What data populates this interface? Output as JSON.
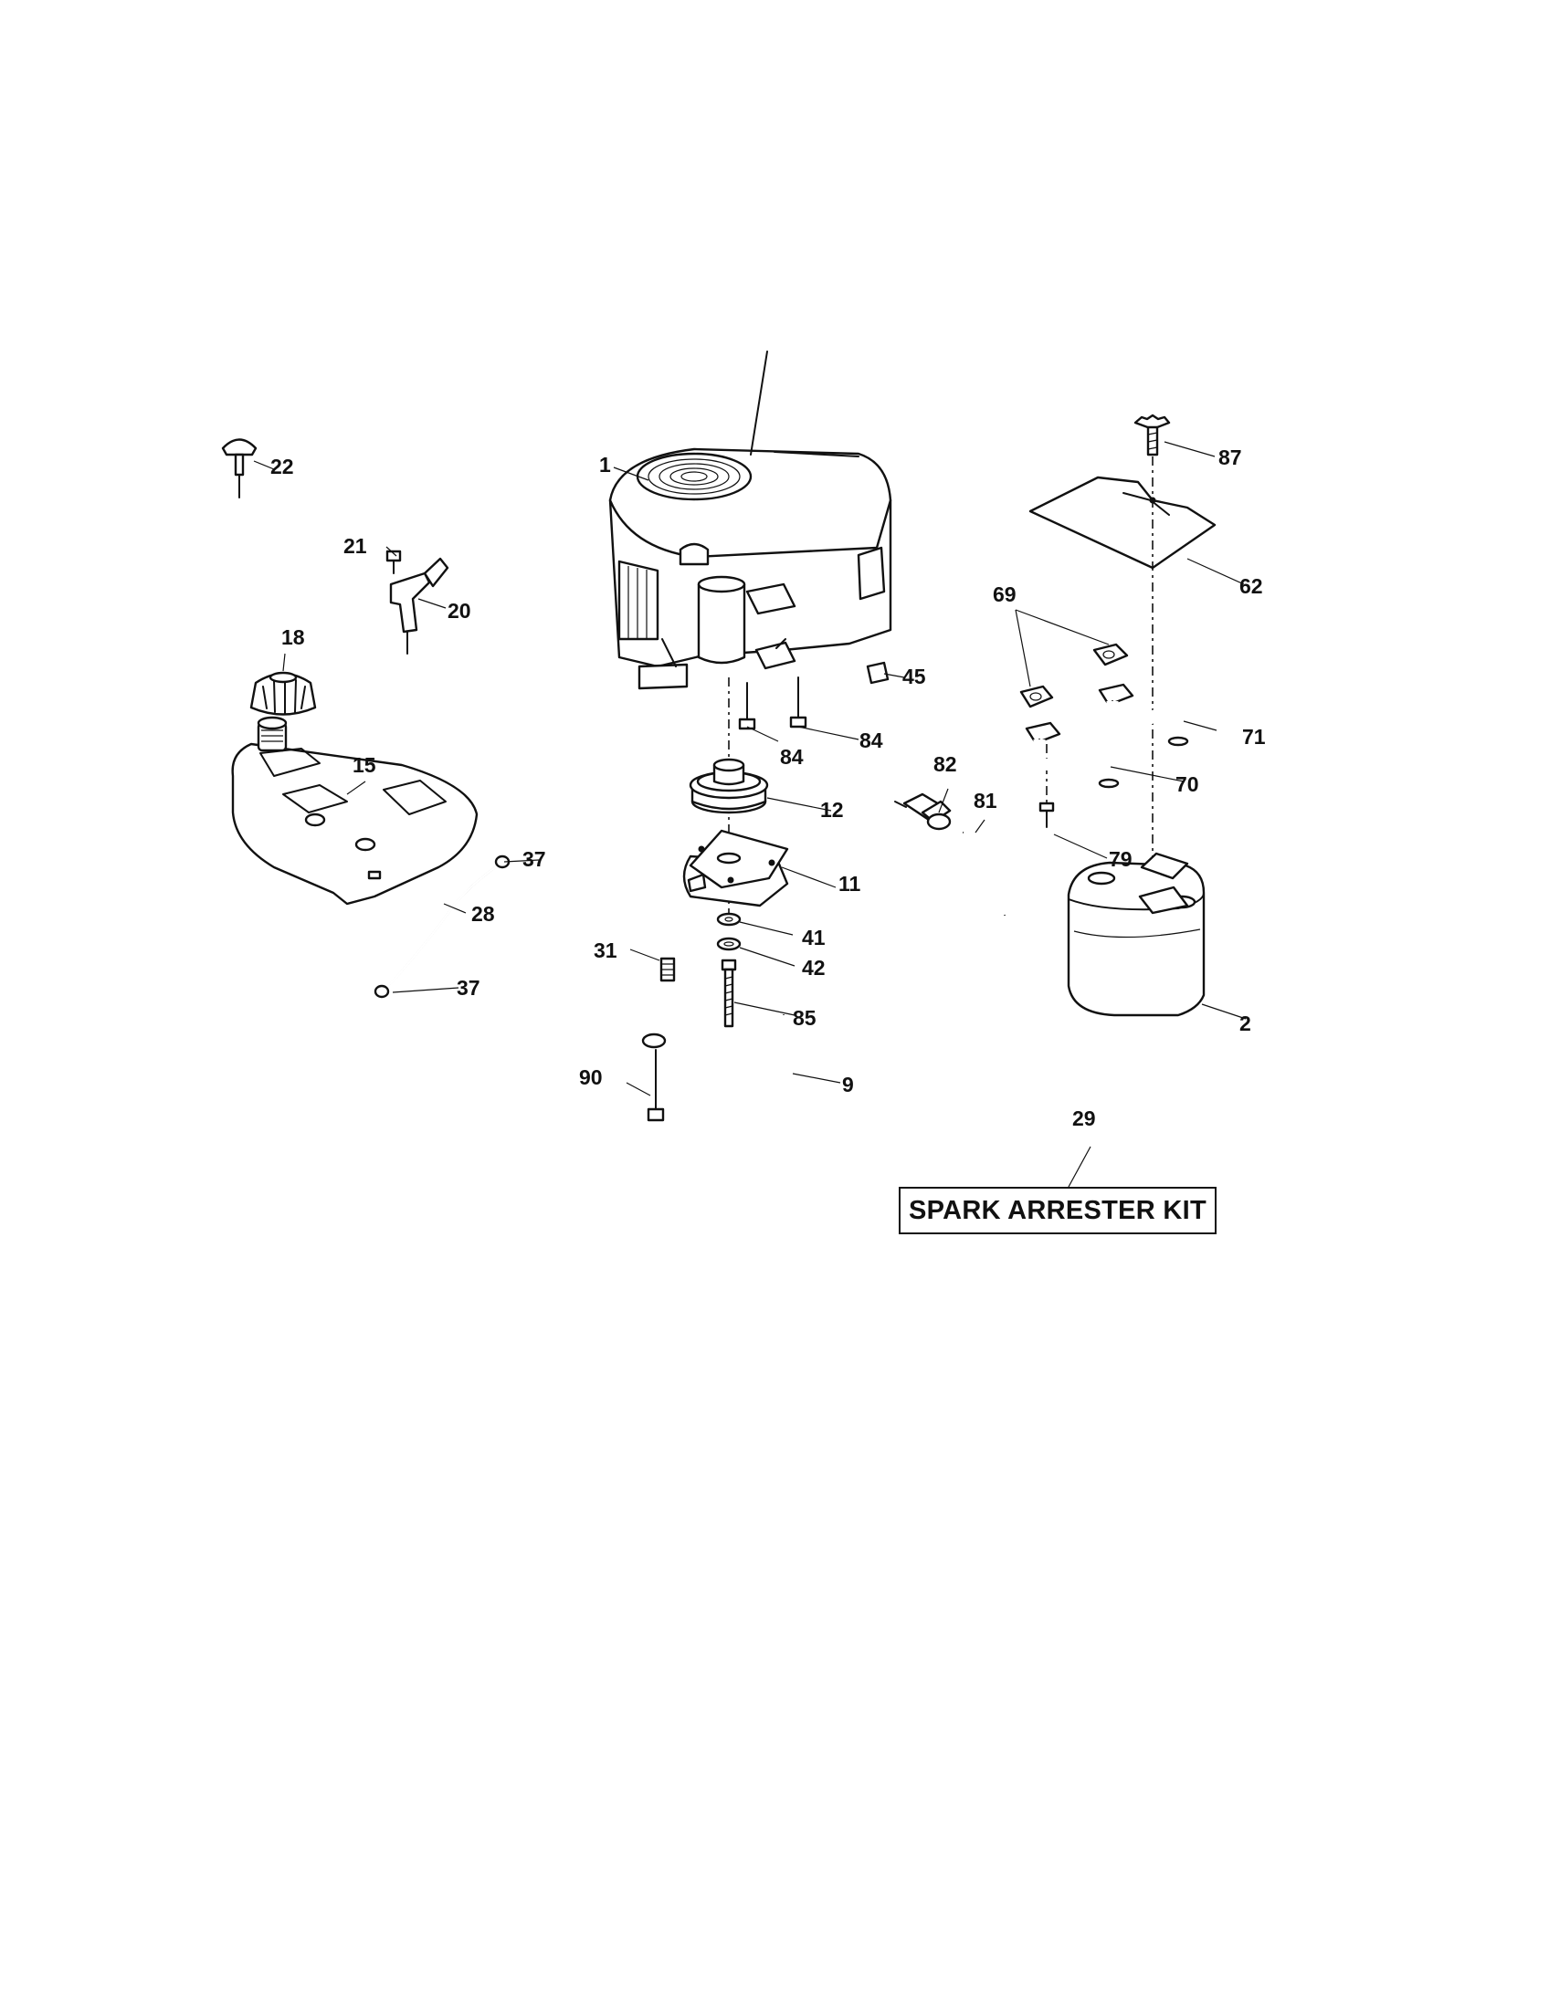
{
  "diagram": {
    "callouts": [
      {
        "id": "c1",
        "text": "1"
      },
      {
        "id": "c2",
        "text": "2"
      },
      {
        "id": "c9",
        "text": "9"
      },
      {
        "id": "c11",
        "text": "11"
      },
      {
        "id": "c12",
        "text": "12"
      },
      {
        "id": "c15",
        "text": "15"
      },
      {
        "id": "c18",
        "text": "18"
      },
      {
        "id": "c20",
        "text": "20"
      },
      {
        "id": "c21",
        "text": "21"
      },
      {
        "id": "c22",
        "text": "22"
      },
      {
        "id": "c28",
        "text": "28"
      },
      {
        "id": "c29",
        "text": "29"
      },
      {
        "id": "c31",
        "text": "31"
      },
      {
        "id": "c37a",
        "text": "37"
      },
      {
        "id": "c37b",
        "text": "37"
      },
      {
        "id": "c41",
        "text": "41"
      },
      {
        "id": "c42",
        "text": "42"
      },
      {
        "id": "c45",
        "text": "45"
      },
      {
        "id": "c62",
        "text": "62"
      },
      {
        "id": "c69",
        "text": "69"
      },
      {
        "id": "c70",
        "text": "70"
      },
      {
        "id": "c71",
        "text": "71"
      },
      {
        "id": "c79",
        "text": "79"
      },
      {
        "id": "c81",
        "text": "81"
      },
      {
        "id": "c82",
        "text": "82"
      },
      {
        "id": "c84a",
        "text": "84"
      },
      {
        "id": "c84b",
        "text": "84"
      },
      {
        "id": "c85",
        "text": "85"
      },
      {
        "id": "c87",
        "text": "87"
      },
      {
        "id": "c90",
        "text": "90"
      }
    ],
    "kit_label": "SPARK ARRESTER KIT"
  }
}
